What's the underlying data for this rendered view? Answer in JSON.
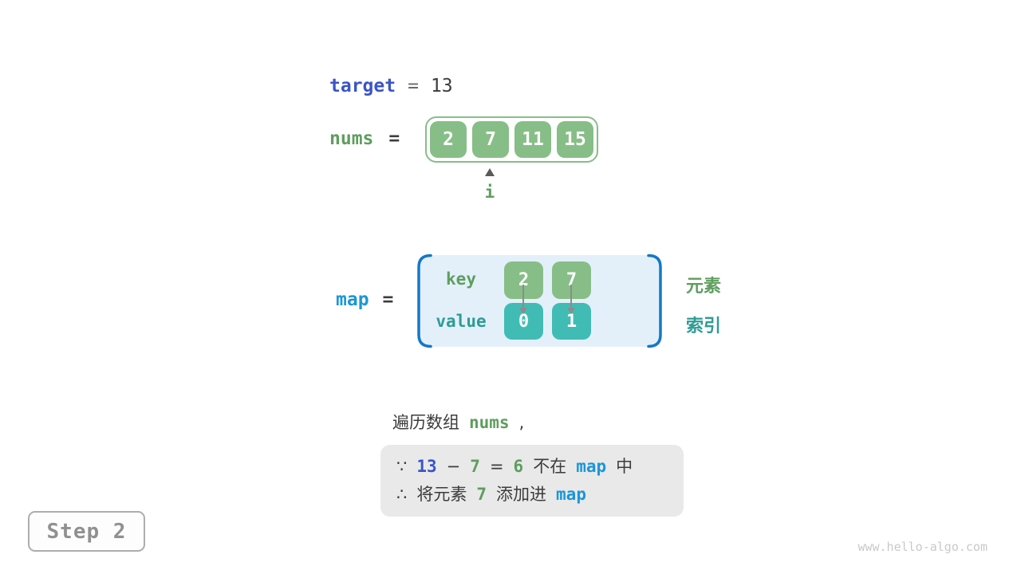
{
  "colors": {
    "blue": "#3A55C8",
    "cyan": "#1B96D8",
    "green": "#5E9E5E",
    "teal": "#2E9C94",
    "green_box": "#87BE87",
    "teal_box": "#41BCB4",
    "bracket": "#1478C8",
    "map_bg": "#E3F0FA",
    "dark": "#3C3C3C",
    "gray": "#8C8C8C",
    "box_bg": "#E9E9E9",
    "step": "#909090",
    "watermark": "#C9C9C9"
  },
  "target_row": {
    "label": "target",
    "equals": "=",
    "value": "13"
  },
  "nums_row": {
    "label": "nums",
    "equals": "=",
    "cells": [
      "2",
      "7",
      "11",
      "15"
    ],
    "pointer_label": "i"
  },
  "map_row": {
    "label": "map",
    "equals": "=",
    "key_label": "key",
    "value_label": "value",
    "entries": [
      {
        "key": "2",
        "value": "0"
      },
      {
        "key": "7",
        "value": "1"
      }
    ],
    "element_label": "元素",
    "index_label": "索引"
  },
  "caption": {
    "prefix": "遍历数组",
    "code": "nums",
    "suffix": ","
  },
  "reason_box": {
    "line1": {
      "because": "∵",
      "minuend": "13",
      "minus": "−",
      "subtrahend": "7",
      "equals": "=",
      "difference": "6",
      "not_in": "不在",
      "map": "map",
      "in_suffix": "中"
    },
    "line2": {
      "therefore": "∴",
      "prefix": "将元素",
      "value": "7",
      "action": "添加进",
      "map": "map"
    }
  },
  "step_badge": "Step 2",
  "watermark": "www.hello-algo.com"
}
